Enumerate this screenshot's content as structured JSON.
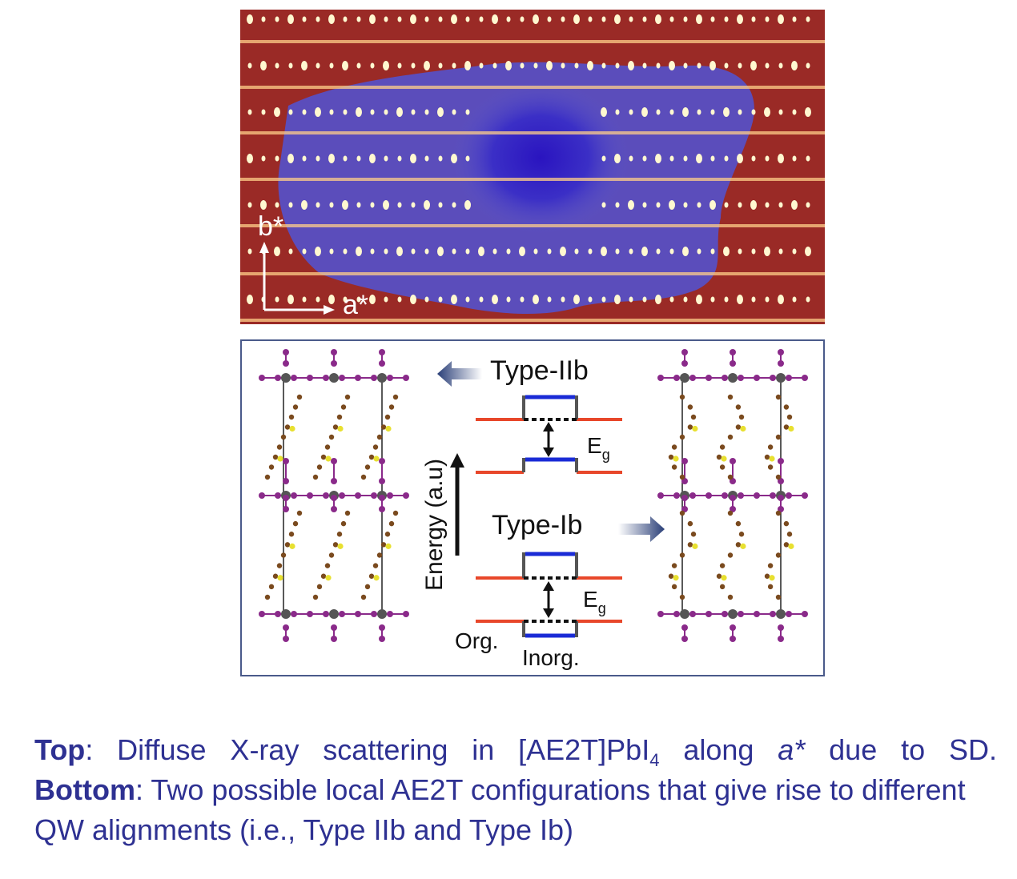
{
  "figure": {
    "top": {
      "axis_b_label": "b*",
      "axis_a_label": "a*",
      "colors": {
        "background": "#9a2a26",
        "low_intensity": "#4a3cc8",
        "peak": "#fff8d0"
      }
    },
    "bottom": {
      "type_iib_label": "Type-IIb",
      "type_ib_label": "Type-Ib",
      "energy_label": "Energy (a.u)",
      "eg_main": "E",
      "eg_sub": "g",
      "org_label": "Org.",
      "inorg_label": "Inorg.",
      "colors": {
        "organic_level": "#e8472a",
        "inorganic_level": "#1a2bd6",
        "arrow": "#2a3f78"
      }
    }
  },
  "caption": {
    "top_bold": "Top",
    "top_text_1": ": Diffuse X-ray scattering in [AE2T]PbI",
    "top_sub": "4",
    "top_text_2": " along ",
    "top_italic": "a*",
    "top_text_3": " due to SD.",
    "bottom_bold": "Bottom",
    "bottom_text": ": Two possible local AE2T configurations that give rise to different QW alignments (i.e., Type IIb and Type Ib)"
  }
}
